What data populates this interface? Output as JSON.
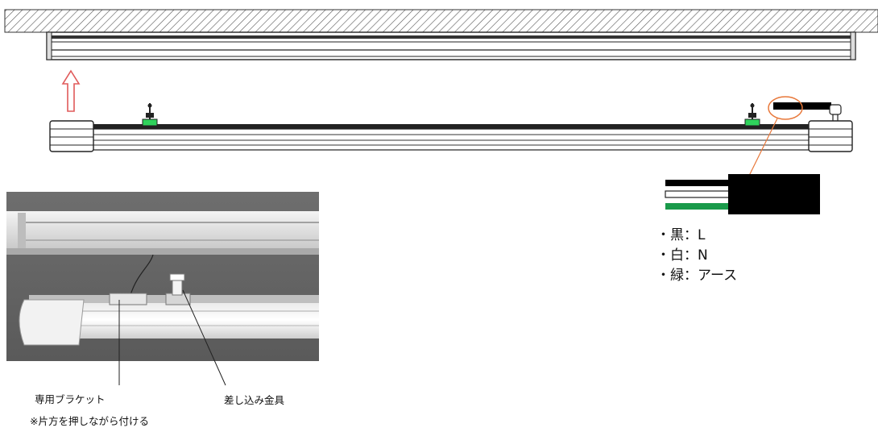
{
  "callouts": {
    "bracket_label": "専用ブラケット",
    "insert_fitting_label": "差し込み金具",
    "install_note": "※片方を押しながら付ける"
  },
  "wire_legend": [
    {
      "text": "・黒：L",
      "color": "#111111"
    },
    {
      "text": "・白：N",
      "color": "#ffffff"
    },
    {
      "text": "・緑：アース",
      "color": "#1a9a4a"
    }
  ],
  "colors": {
    "hatch": "#444444",
    "arrow": "#e05a5a",
    "highlight": "#e8783a",
    "clip_green": "#2fd35c",
    "earth_green": "#1a9a4a",
    "connector_black": "#000000"
  },
  "icons": {
    "direction": "up-arrow-icon",
    "connection_marker": "ellipse-highlight"
  }
}
